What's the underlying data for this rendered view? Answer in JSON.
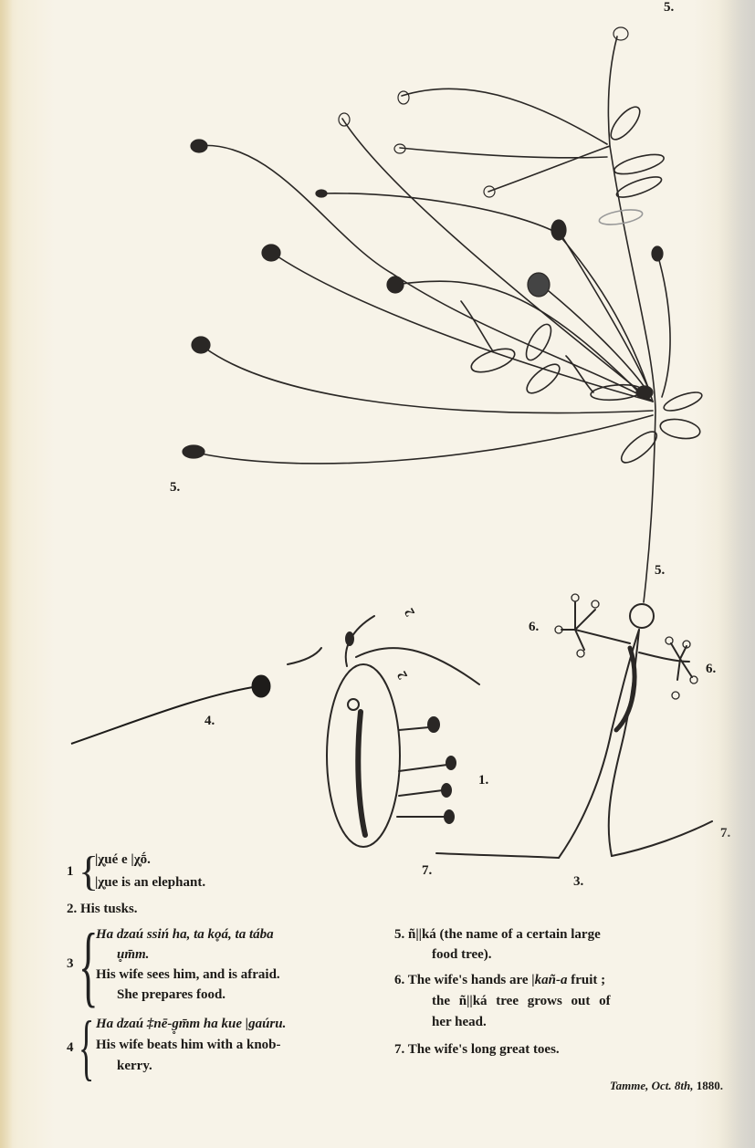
{
  "figure_labels": {
    "top_right": "5.",
    "left": "5.",
    "upper_middle": "5.",
    "hand_left": "6.",
    "hand_right": "6.",
    "tusk_top": "2",
    "tusk_mid": "2",
    "knobkerry": "4.",
    "elephant": "1.",
    "toe_left": "7.",
    "toe_right": "7.",
    "wife_bottom": "3."
  },
  "captions": {
    "c1": {
      "num": "1",
      "line1": "|χ̥ué e |χ̥ṓ.",
      "line2": "|χ̥ue is an elephant."
    },
    "c2": {
      "text": "2. His tusks."
    },
    "c3": {
      "num": "3",
      "line1": "Ha dzaú ssiń ha, ta ko̥á, ta tába",
      "line2": "u̥m̄m.",
      "line3": "His wife sees him, and is afraid.",
      "line4": "She prepares food."
    },
    "c4": {
      "num": "4",
      "line1": "Ha dzaú ‡nē-g̥m̄m ha kue |gaúru.",
      "line2": "His wife beats him with a knob-",
      "line3": "kerry."
    },
    "c5": {
      "line1": "5. ñ||ká (the name of a certain large",
      "line2": "food tree)."
    },
    "c6": {
      "line1_pre": "6. The wife's hands are ",
      "line1_it": "|kañ-a",
      "line1_post": " fruit ;",
      "line2": "the ñ||ká tree grows out of",
      "line3": "her head."
    },
    "c7": {
      "text": "7. The wife's long great toes."
    }
  },
  "signature": {
    "name": "Tamme, Oct. 8th,",
    "year": "1880."
  }
}
